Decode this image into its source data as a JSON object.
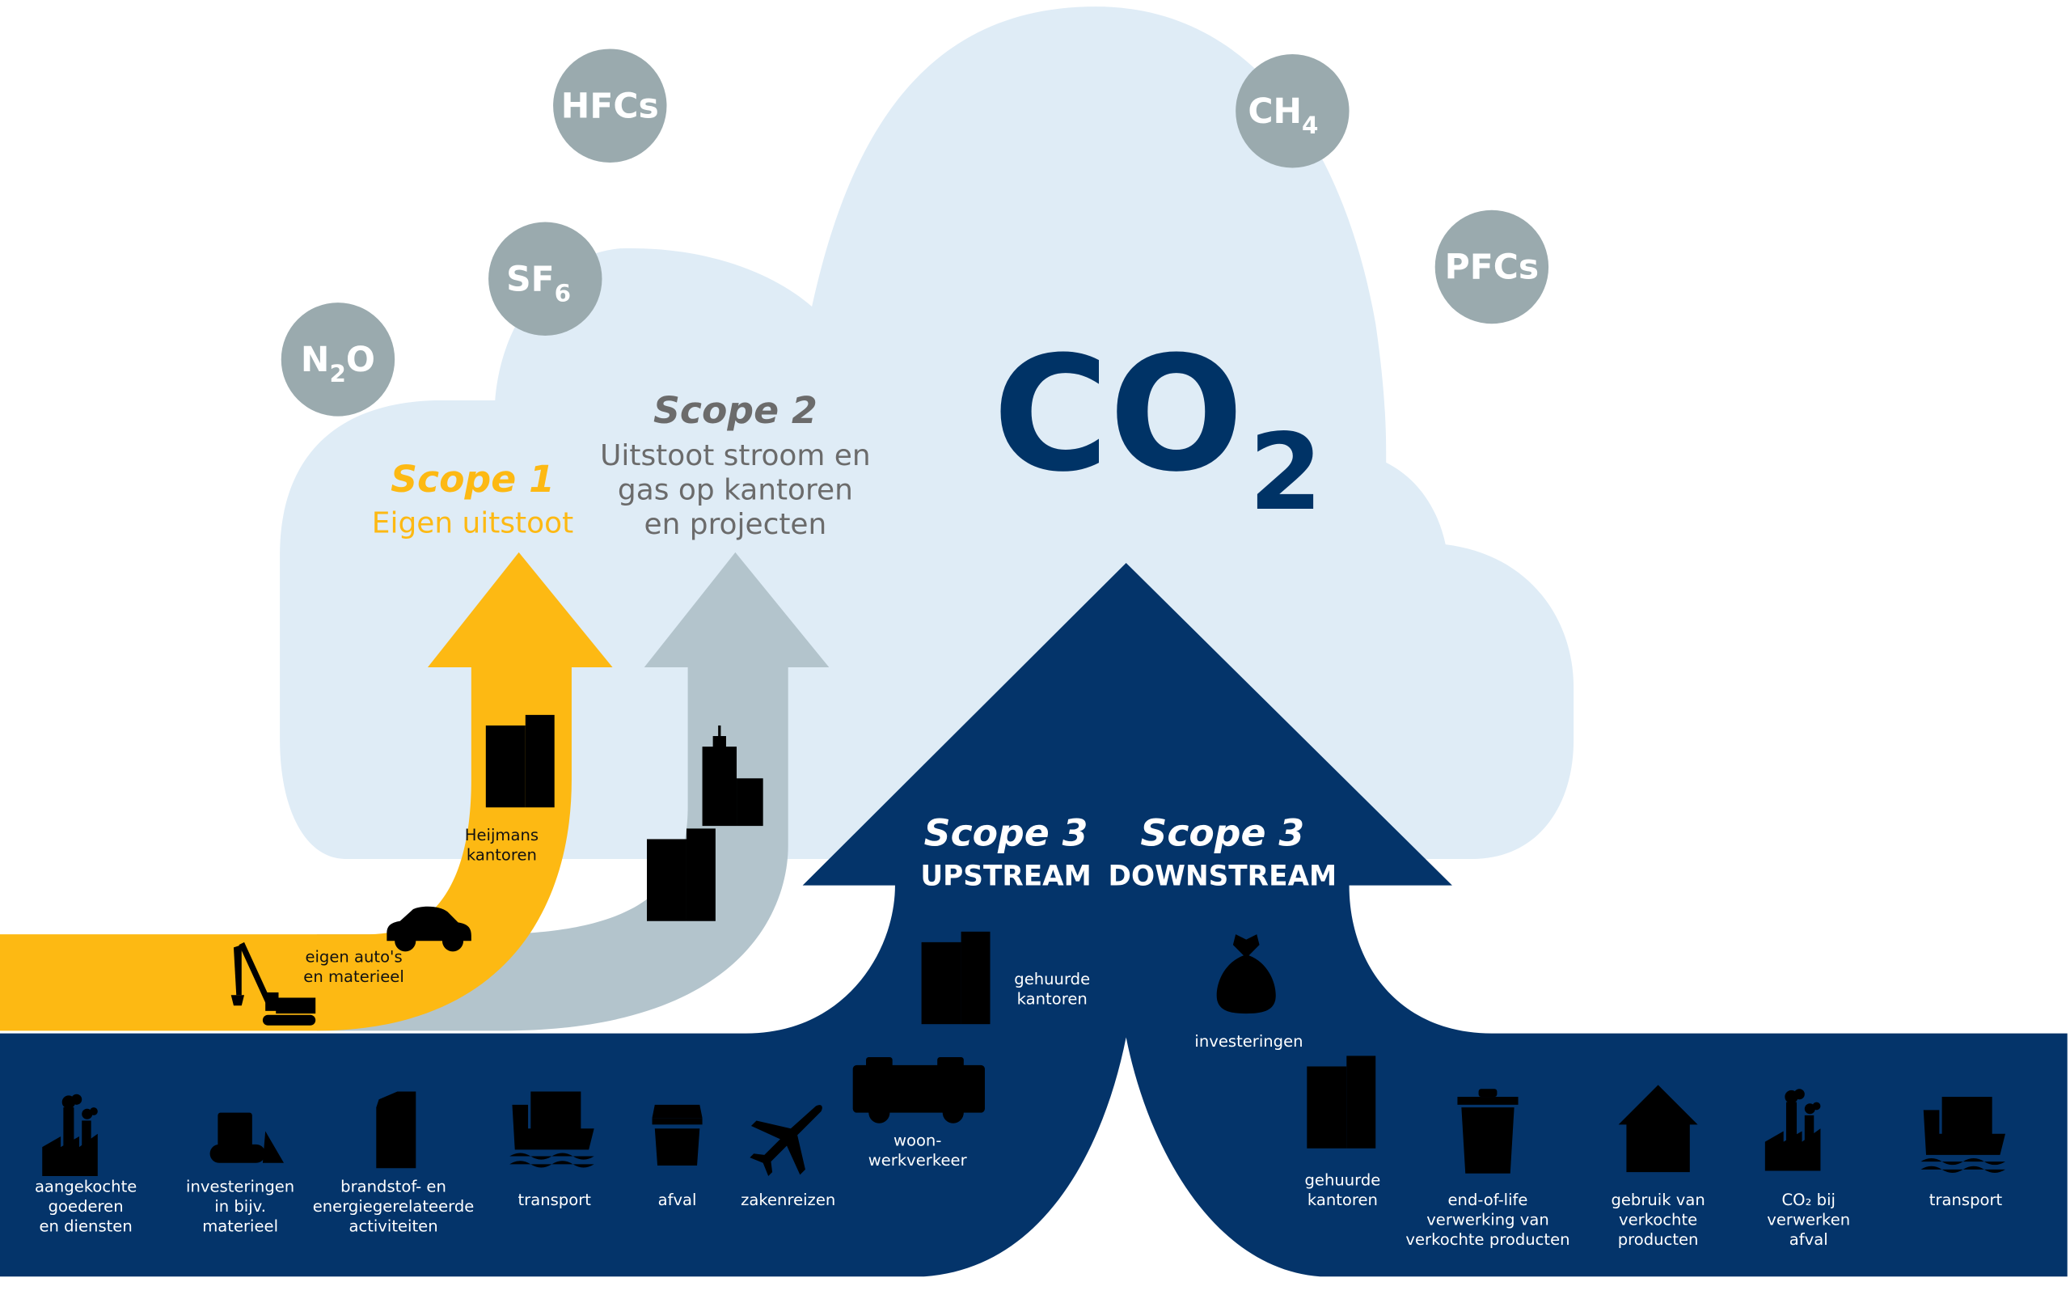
{
  "colors": {
    "cloud": "#dfecf6",
    "bubble": "#9aaaae",
    "scope1": "#fdb913",
    "scope2_arrow": "#b3c4cc",
    "scope2_text": "#6b6b6b",
    "navy": "#04346a",
    "white": "#ffffff",
    "black": "#111111"
  },
  "gases": [
    {
      "id": "hfcs",
      "label": "HFCs",
      "sub": ""
    },
    {
      "id": "ch4",
      "label": "CH",
      "sub": "4"
    },
    {
      "id": "sf6",
      "label": "SF",
      "sub": "6"
    },
    {
      "id": "n2o",
      "label": "N",
      "sub": "2",
      "suffix": "O"
    },
    {
      "id": "pfcs",
      "label": "PFCs",
      "sub": ""
    }
  ],
  "co2": {
    "main": "CO",
    "sub": "2"
  },
  "scope1": {
    "title": "Scope 1",
    "subtitle": "Eigen uitstoot",
    "items": [
      {
        "icon": "office-building-icon",
        "lines": [
          "Heijmans",
          "kantoren"
        ]
      },
      {
        "icon": "car-icon",
        "lines": []
      },
      {
        "icon": "excavator-icon",
        "lines": [
          "eigen auto's",
          "en materieel"
        ]
      }
    ]
  },
  "scope2": {
    "title": "Scope 2",
    "subtitle_lines": [
      "Uitstoot stroom en",
      "gas op kantoren",
      "en projecten"
    ],
    "items": [
      {
        "icon": "city-building-icon"
      },
      {
        "icon": "office-building-icon"
      }
    ]
  },
  "scope3_upstream": {
    "title": "Scope 3",
    "subtitle": "UPSTREAM",
    "arrow_items": [
      {
        "icon": "office-building-icon",
        "lines": [
          "gehuurde",
          "kantoren"
        ]
      },
      {
        "icon": "bus-icon",
        "lines": [
          "woon-",
          "werkverkeer"
        ]
      }
    ],
    "band_items": [
      {
        "icon": "factory-icon",
        "lines": [
          "aangekochte",
          "goederen",
          "en diensten"
        ]
      },
      {
        "icon": "bulldozer-icon",
        "lines": [
          "investeringen",
          "in bijv.",
          "materieel"
        ]
      },
      {
        "icon": "fuel-can-icon",
        "lines": [
          "brandstof- en",
          "energiegerelateerde",
          "activiteiten"
        ]
      },
      {
        "icon": "cargo-ship-icon",
        "lines": [
          "transport"
        ]
      },
      {
        "icon": "waste-container-icon",
        "lines": [
          "afval"
        ]
      },
      {
        "icon": "airplane-icon",
        "lines": [
          "zakenreizen"
        ]
      }
    ]
  },
  "scope3_downstream": {
    "title": "Scope 3",
    "subtitle": "DOWNSTREAM",
    "arrow_items": [
      {
        "icon": "money-bag-euro-icon",
        "lines": [
          "investeringen"
        ]
      }
    ],
    "band_items": [
      {
        "icon": "office-building-icon",
        "lines": [
          "gehuurde",
          "kantoren"
        ]
      },
      {
        "icon": "recycle-bin-icon",
        "lines": [
          "end-of-life",
          "verwerking van",
          "verkochte producten"
        ]
      },
      {
        "icon": "house-icon",
        "lines": [
          "gebruik van",
          "verkochte",
          "producten"
        ]
      },
      {
        "icon": "factory-icon",
        "lines": [
          "CO₂ bij",
          "verwerken",
          "afval"
        ]
      },
      {
        "icon": "cargo-ship-icon",
        "lines": [
          "transport"
        ]
      }
    ]
  }
}
